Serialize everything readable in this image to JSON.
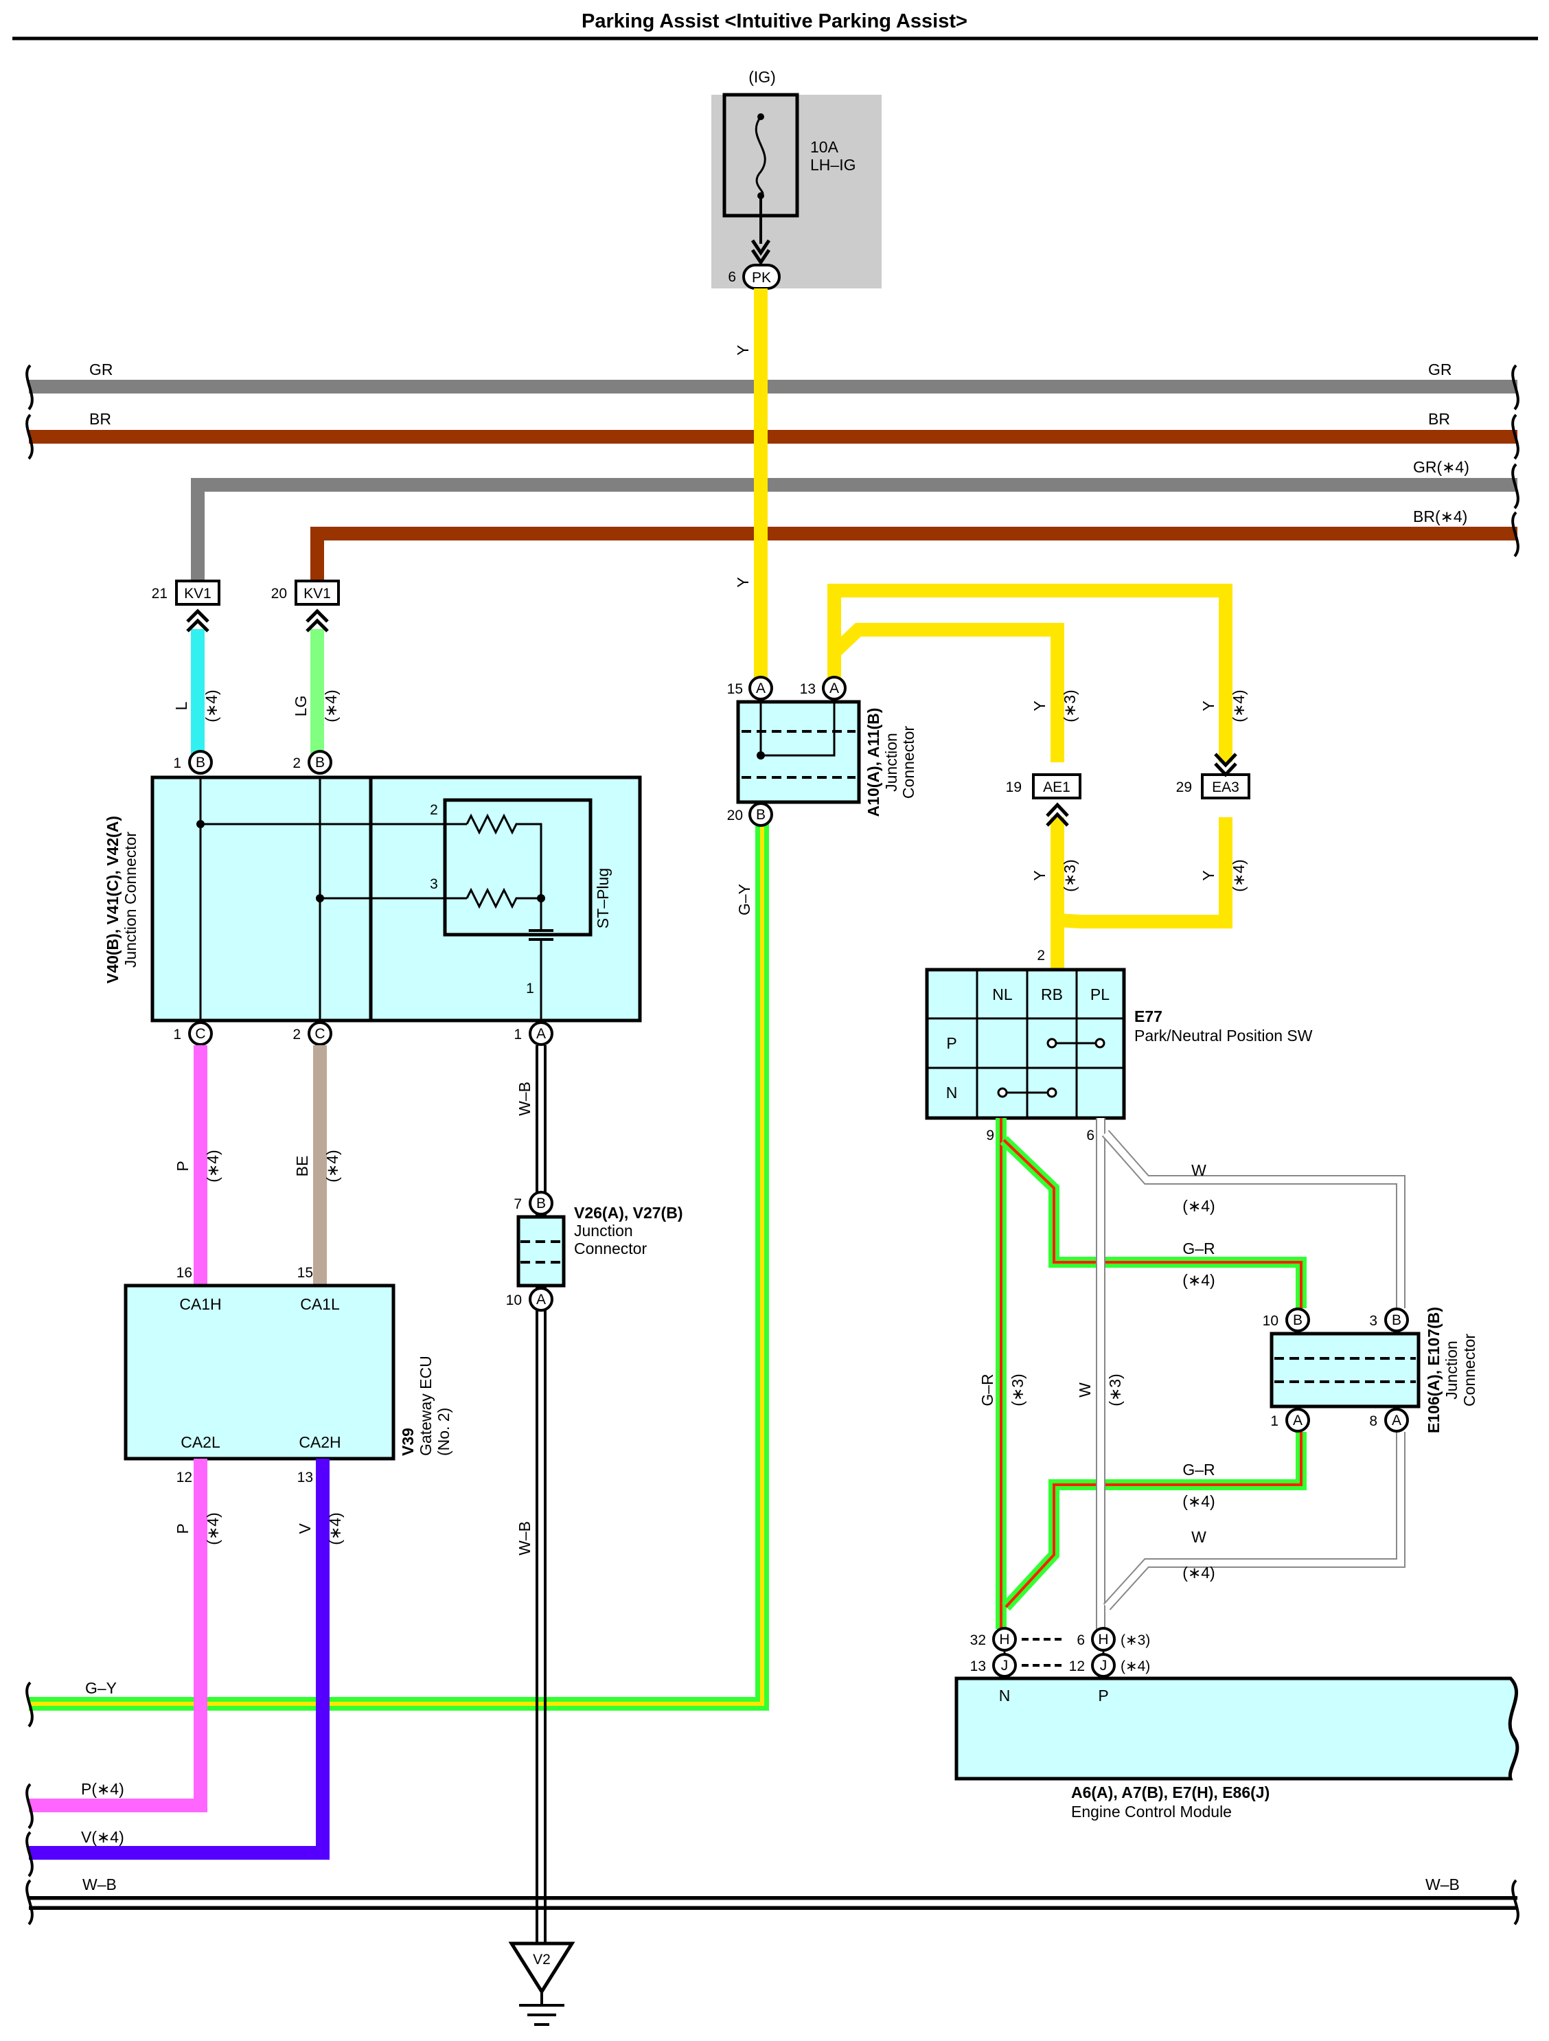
{
  "header": {
    "title": "Parking Assist <Intuitive Parking Assist>"
  },
  "colors": {
    "gray": "#808080",
    "brown": "#993300",
    "yellow": "#FFE600",
    "cyan": "#33F0F0",
    "light_green": "#80FF80",
    "pink": "#FF66FF",
    "beige": "#BCA898",
    "blue_violet": "#5500FF",
    "green": "#33FF33",
    "red": "#FF2000",
    "connector_fill": "#CCFFFF",
    "fuse_fill": "#CCCCCC"
  },
  "fuse": {
    "source": "(IG)",
    "rating": "10A",
    "name": "LH–IG",
    "pin": "6",
    "terminal": "PK"
  },
  "buses": {
    "gr": "GR",
    "br": "BR",
    "gr4": "GR(∗4)",
    "br4": "BR(∗4)",
    "gy": "G–Y",
    "p4": "P(∗4)",
    "v4": "V(∗4)",
    "wb": "W–B"
  },
  "kv1_left": {
    "pin": "21",
    "label": "KV1"
  },
  "kv1_right": {
    "pin": "20",
    "label": "KV1"
  },
  "ae1": {
    "pin": "19",
    "label": "AE1"
  },
  "ea3": {
    "pin": "29",
    "label": "EA3"
  },
  "wires": {
    "l": "L",
    "l_note": "(∗4)",
    "lg": "LG",
    "lg_note": "(∗4)",
    "p_top": "P",
    "p_top_note": "(∗4)",
    "be": "BE",
    "be_note": "(∗4)",
    "p_bot": "P",
    "p_bot_note": "(∗4)",
    "v": "V",
    "v_note": "(∗4)",
    "wb_top": "W–B",
    "wb_bot": "W–B",
    "y_top": "Y",
    "y_mid": "Y",
    "gy_vert": "G–Y",
    "y_ae1_top": "Y",
    "y_ae1_top_note": "(∗3)",
    "y_ea3_top": "Y",
    "y_ea3_top_note": "(∗4)",
    "y_ae1_bot": "Y",
    "y_ae1_bot_note": "(∗3)",
    "y_ea3_bot": "Y",
    "y_ea3_bot_note": "(∗4)",
    "w_top": "W",
    "w_top_note": "(∗4)",
    "gr_top": "G–R",
    "gr_top_note": "(∗4)",
    "gr_bot": "G–R",
    "gr_bot_note": "(∗4)",
    "w_bot": "W",
    "w_bot_note": "(∗4)",
    "gr_vert": "G–R",
    "gr_vert_note": "(∗3)",
    "w_vert": "W",
    "w_vert_note": "(∗3)"
  },
  "jc_v40": {
    "name": "V40(B), V41(C), V42(A)",
    "desc": "Junction Connector",
    "plug": "ST–Plug",
    "top_pin_1": "1",
    "top_pin_1_t": "B",
    "top_pin_2": "2",
    "top_pin_2_t": "B",
    "bot_pin_1": "1",
    "bot_pin_1_t": "C",
    "bot_pin_2": "2",
    "bot_pin_2_t": "C",
    "bot_pin_3": "1",
    "bot_pin_3_t": "A",
    "inner_2": "2",
    "inner_3": "3",
    "inner_1": "1"
  },
  "gateway": {
    "code": "V39",
    "name": "Gateway ECU",
    "sub": "(No. 2)",
    "pin_16": "16",
    "pin_15": "15",
    "pin_12": "12",
    "pin_13": "13",
    "ca1h": "CA1H",
    "ca1l": "CA1L",
    "ca2l": "CA2L",
    "ca2h": "CA2H"
  },
  "jc_v26": {
    "name": "V26(A), V27(B)",
    "desc1": "Junction",
    "desc2": "Connector",
    "top_pin": "7",
    "top_t": "B",
    "bot_pin": "10",
    "bot_t": "A"
  },
  "jc_a10": {
    "name": "A10(A), A11(B)",
    "desc1": "Junction",
    "desc2": "Connector",
    "pin_15": "15",
    "pin_15_t": "A",
    "pin_13": "13",
    "pin_13_t": "A",
    "pin_20": "20",
    "pin_20_t": "B"
  },
  "e77": {
    "code": "E77",
    "name": "Park/Neutral Position SW",
    "cols": [
      "NL",
      "RB",
      "PL"
    ],
    "rows": [
      "P",
      "N"
    ],
    "pin_top": "2",
    "pin_9": "9",
    "pin_6": "6"
  },
  "jc_e106": {
    "name": "E106(A), E107(B)",
    "desc1": "Junction",
    "desc2": "Connector",
    "pin_10": "10",
    "pin_10_t": "B",
    "pin_3": "3",
    "pin_3_t": "B",
    "pin_1": "1",
    "pin_1_t": "A",
    "pin_8": "8",
    "pin_8_t": "A"
  },
  "ecm": {
    "name": "A6(A), A7(B), E7(H), E86(J)",
    "desc": "Engine Control Module",
    "pin_32": "32",
    "pin_32_t": "H",
    "pin_6": "6",
    "pin_6_t": "H",
    "note_3": "(∗3)",
    "pin_13": "13",
    "pin_13_t": "J",
    "pin_12": "12",
    "pin_12_t": "J",
    "note_4": "(∗4)",
    "label_n": "N",
    "label_p": "P"
  },
  "ground": {
    "label": "V2"
  }
}
